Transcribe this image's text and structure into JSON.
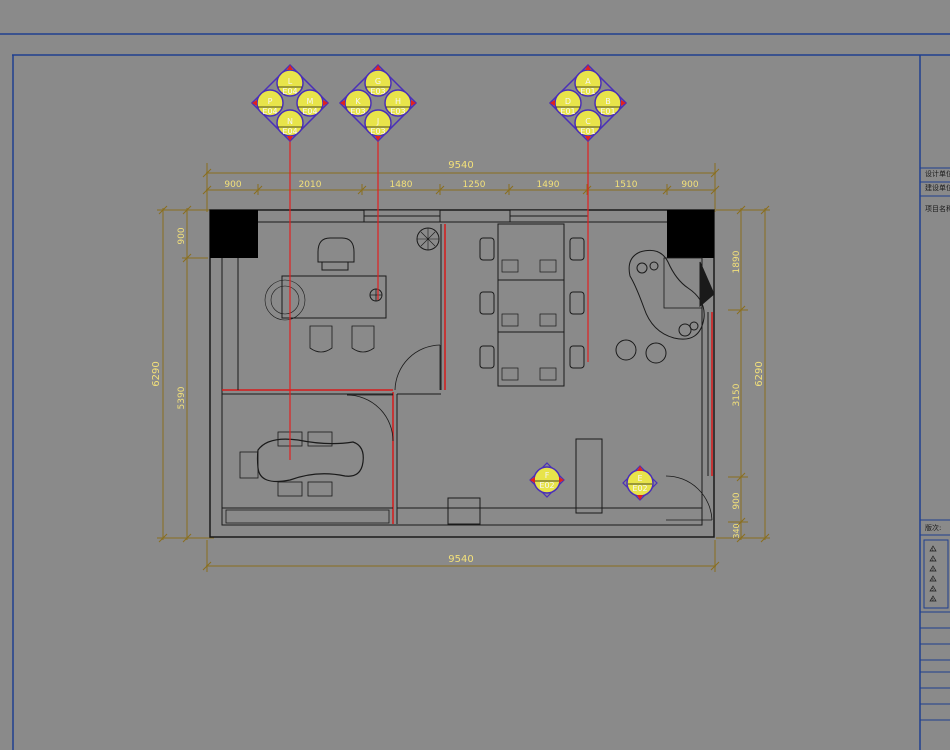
{
  "colors": {
    "background": "#8a8a8a",
    "frame": "#1f3f8f",
    "wall": "#1a1a1a",
    "partition": "#d81b1b",
    "dimension": "#8a6f1e",
    "dim_text": "#f2e07a",
    "symbol_fill": "#e8e44a",
    "symbol_stroke": "#4a2fb8",
    "leader": "#e02020",
    "furniture": "#1a1a1a"
  },
  "top_dimension": {
    "overall": "9540",
    "segments": [
      "900",
      "2010",
      "1480",
      "1250",
      "1490",
      "1510",
      "900"
    ]
  },
  "bottom_dimension": {
    "overall": "9540"
  },
  "left_dimension": {
    "overall": "6290",
    "segments": [
      "900",
      "5390"
    ]
  },
  "right_dimension": {
    "overall": "6290",
    "segments": [
      "1890",
      "3150",
      "900",
      "340"
    ]
  },
  "elevation_symbols": [
    {
      "id": "group-left",
      "top": "L",
      "top_code": "E04",
      "left": "P",
      "left_code": "E04",
      "right": "M",
      "right_code": "E04",
      "bottom": "N",
      "bottom_code": "E04"
    },
    {
      "id": "group-middle",
      "top": "G",
      "top_code": "E03",
      "left": "K",
      "left_code": "E03",
      "right": "H",
      "right_code": "E03",
      "bottom": "J",
      "bottom_code": "E03"
    },
    {
      "id": "group-right",
      "top": "A",
      "top_code": "E01",
      "left": "D",
      "left_code": "E01",
      "right": "B",
      "right_code": "E01",
      "bottom": "C",
      "bottom_code": "E01"
    }
  ],
  "single_symbols": [
    {
      "id": "symbol-f",
      "letter": "F",
      "code": "E02"
    },
    {
      "id": "symbol-e",
      "letter": "E",
      "code": "E02"
    }
  ],
  "title_block": {
    "rows": [
      "设计单位:",
      "建设单位:",
      "项目名称"
    ],
    "revision_label": "版次:",
    "revision_marks": [
      "1",
      "2",
      "3",
      "4",
      "5",
      "6"
    ]
  }
}
